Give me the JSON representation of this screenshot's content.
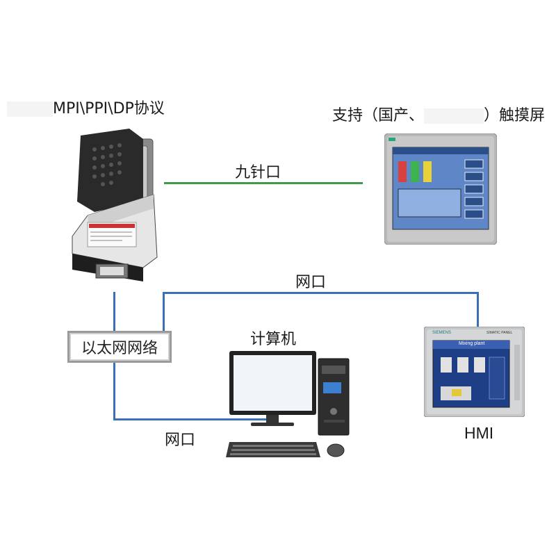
{
  "labels": {
    "gateway_protocol": "MPI\\PPI\\DP协议",
    "touchscreen_support_prefix": "支持（国产、",
    "touchscreen_support_suffix": "）触摸屏",
    "nine_pin": "九针口",
    "net_port_top": "网口",
    "ethernet": "以太网网络",
    "computer": "计算机",
    "net_port_bottom": "网口",
    "hmi": "HMI"
  },
  "device_text": {
    "hmi_screen_title": "Mixing plant",
    "hmi_brand": "SIEMENS",
    "hmi_model": "SIMATIC PANEL"
  },
  "colors": {
    "serial_line": "#3f9a4a",
    "ethernet_line": "#3b6fb8"
  }
}
